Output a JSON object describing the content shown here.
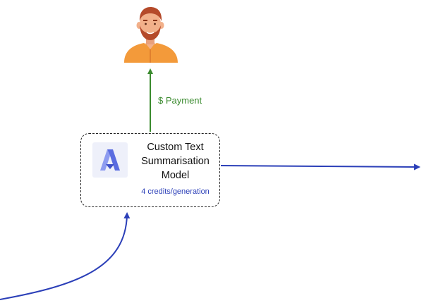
{
  "payment": {
    "label": "$ Payment"
  },
  "model": {
    "name_lines": [
      "Custom Text",
      "Summarisation",
      "Model"
    ],
    "credits": "4 credits/generation",
    "logo_icon": "a-logo-icon"
  },
  "user": {
    "icon": "person-avatar-icon"
  },
  "colors": {
    "payment_arrow": "#3a8a2e",
    "flow_arrow": "#2b3fb8",
    "card_border": "#222222",
    "logo_bg": "#eef0fa",
    "logo_light": "#8e9cf0",
    "logo_dark": "#5a6ce0",
    "avatar_shirt": "#f39a3a",
    "avatar_skin": "#f2b08a",
    "avatar_hair": "#b54a2a"
  }
}
